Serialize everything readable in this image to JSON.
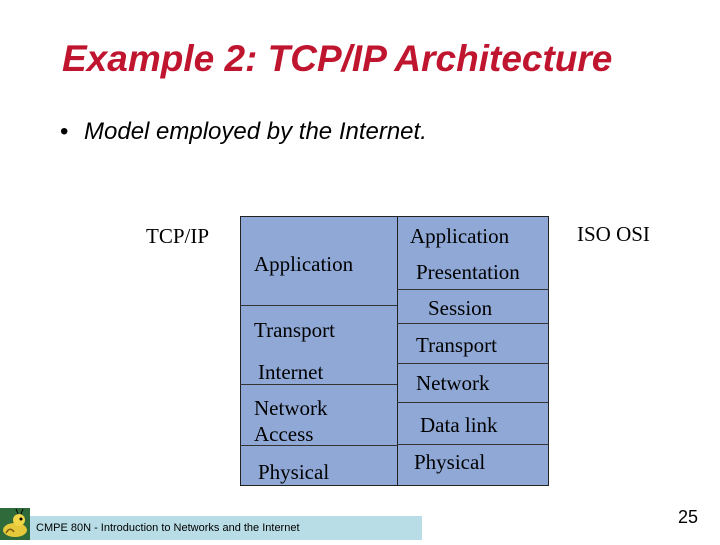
{
  "slide": {
    "title": "Example 2: TCP/IP Architecture",
    "bullet": "Model employed by the Internet.",
    "bullet_marker": "•"
  },
  "tcpip": {
    "label": "TCP/IP",
    "layers": [
      "Application",
      "Transport",
      "Internet",
      "Network\nAccess",
      "Physical"
    ]
  },
  "osi": {
    "label": "ISO OSI",
    "layers": [
      "Application",
      "Presentation",
      "Session",
      "Transport",
      "Network",
      "Data link",
      "Physical"
    ]
  },
  "footer": {
    "course": "CMPE 80N - Introduction to Networks and the Internet",
    "page": "25"
  },
  "colors": {
    "title": "#c0152f",
    "box": "#8fa8d6",
    "footer_bar": "#b8dde6"
  },
  "icons": {
    "logo": "cartoon-slug-logo"
  }
}
